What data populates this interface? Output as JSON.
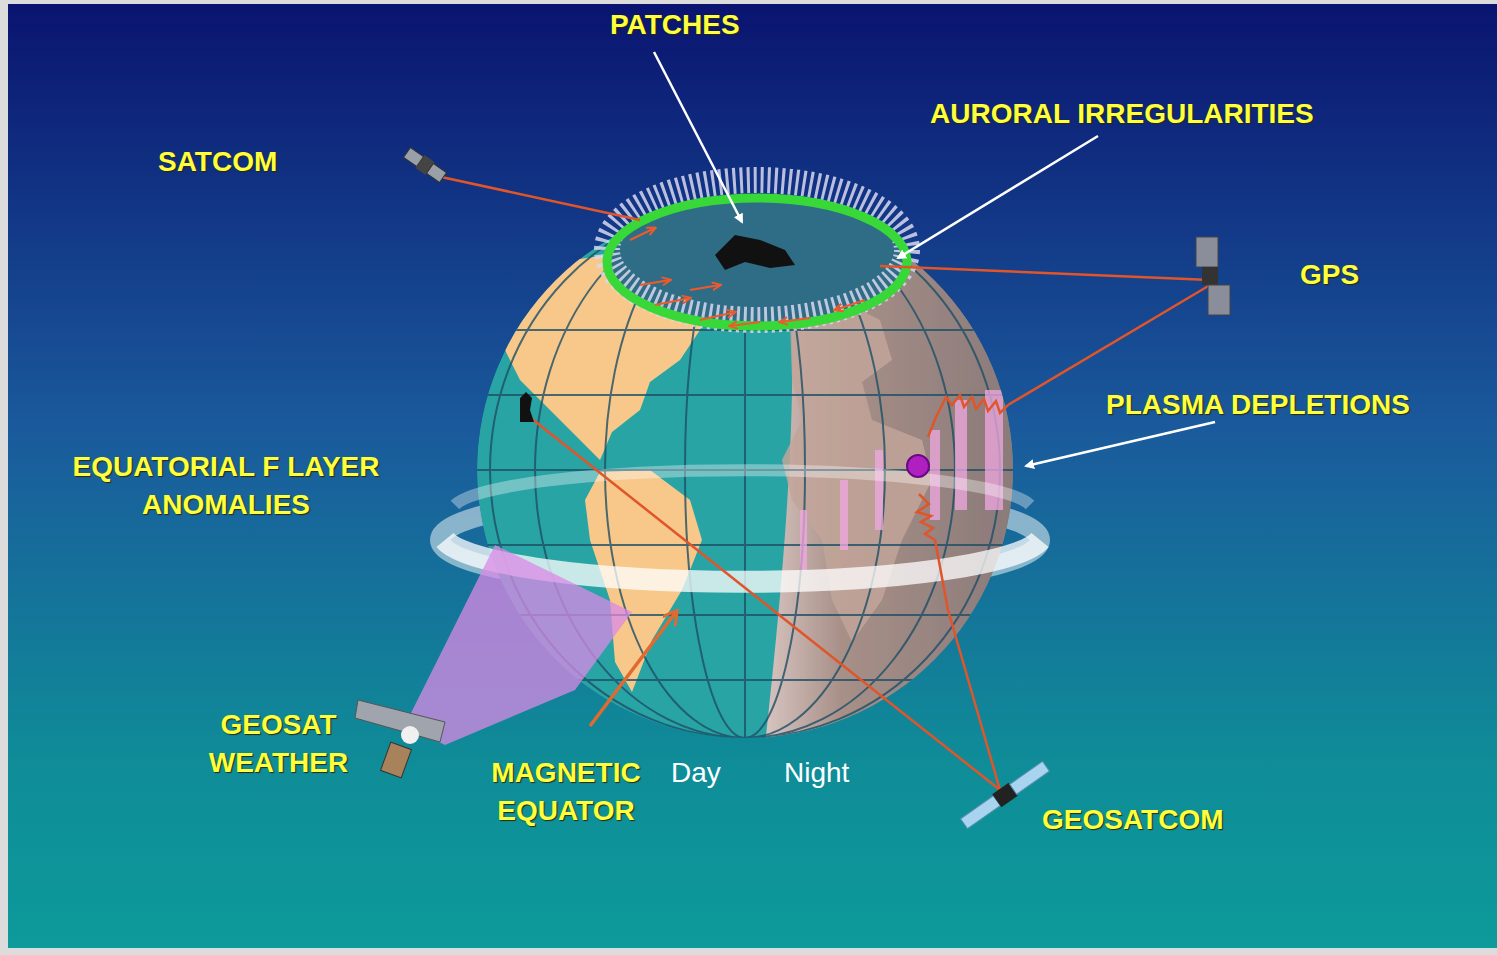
{
  "diagram": {
    "labels": [
      "PATCHES",
      "AURORAL IRREGULARITIES",
      "SATCOM",
      "GPS",
      "PLASMA DEPLETIONS",
      "EQUATORIAL F LAYER ANOMALIES",
      "GEOSAT WEATHER",
      "MAGNETIC EQUATOR",
      "Day",
      "Night",
      "GEOSATCOM"
    ]
  }
}
